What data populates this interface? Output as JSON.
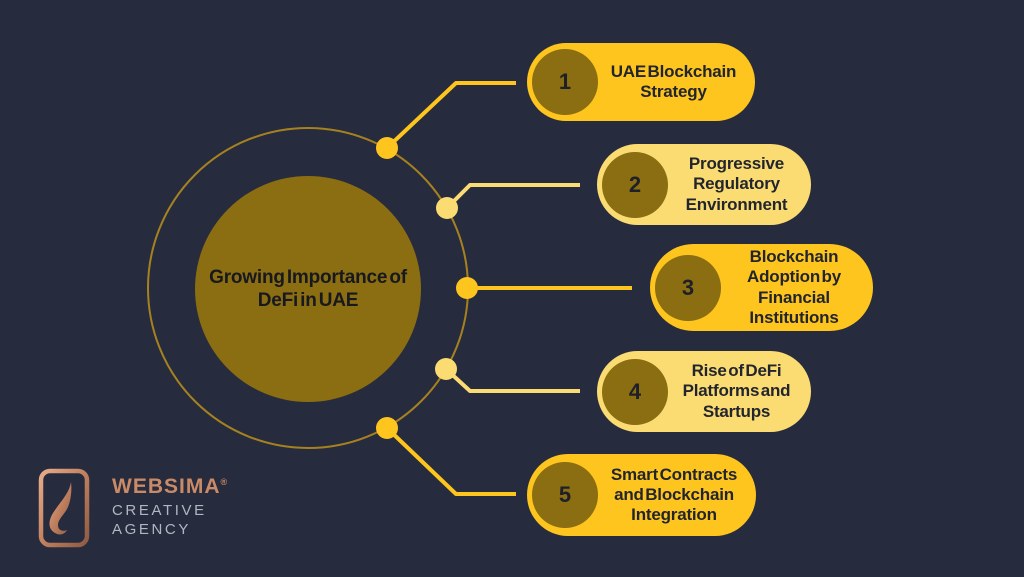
{
  "center": {
    "title": "Growing Importance of DeFi in UAE"
  },
  "items": [
    {
      "number": "1",
      "label": "UAE Blockchain Strategy"
    },
    {
      "number": "2",
      "label": "Progressive Regulatory Environment"
    },
    {
      "number": "3",
      "label": "Blockchain Adoption by Financial Institutions"
    },
    {
      "number": "4",
      "label": "Rise of DeFi Platforms and Startups"
    },
    {
      "number": "5",
      "label": "Smart Contracts and Blockchain Integration"
    }
  ],
  "logo": {
    "name": "WEBSIMA",
    "registered": "®",
    "tagline_line1": "CREATIVE",
    "tagline_line2": "AGENCY"
  },
  "colors": {
    "background": "#272b3e",
    "accent_bright": "#fdc51d",
    "accent_light": "#fbdc73",
    "olive_circle": "#8b6d12",
    "ring_gold": "#a5821f",
    "text_dark": "#23252e",
    "logo_copper": "#c98a67",
    "logo_gray": "#b2b6c0"
  }
}
